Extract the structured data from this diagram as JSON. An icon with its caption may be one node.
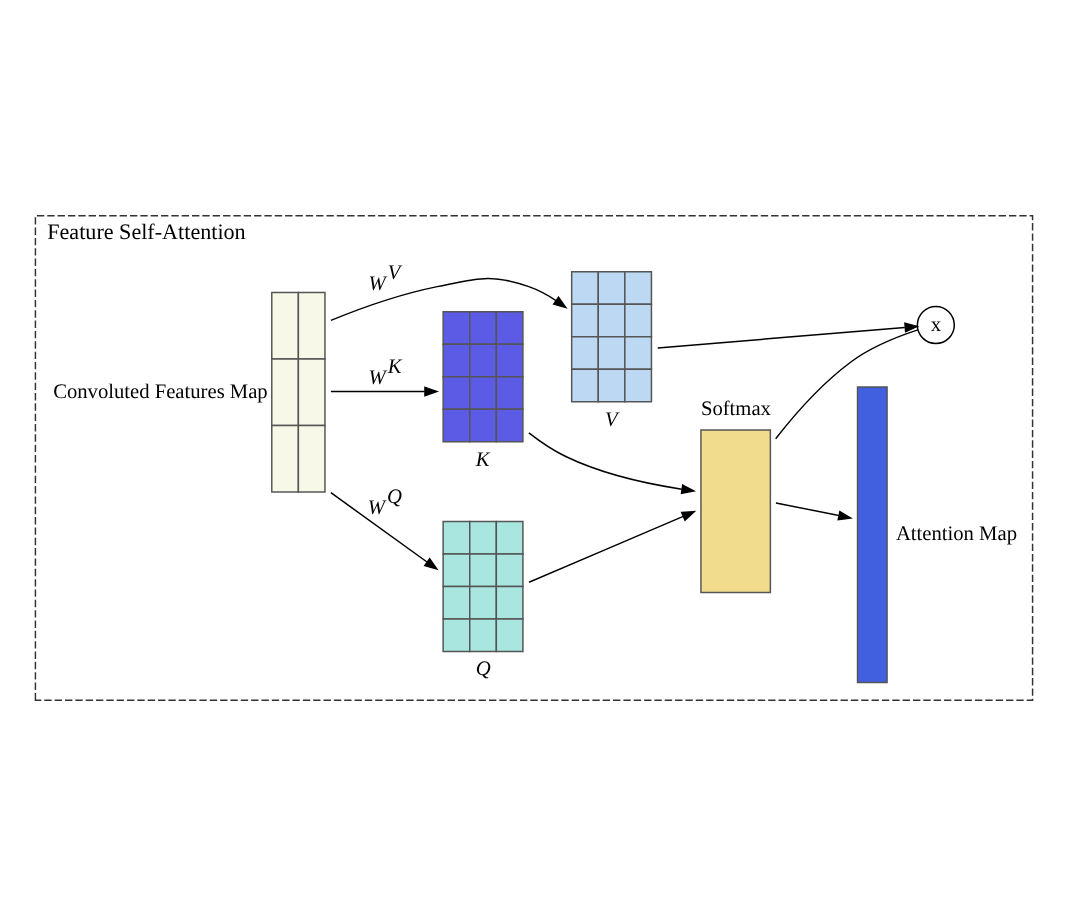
{
  "diagram": {
    "nodes": [
      {
        "text": [
          "Feature Self-Attention"
        ]
      },
      {
        "text": [],
        "shape": "box",
        "beside": [
          "Convoluted Features Map"
        ],
        "in": 0
      },
      {
        "text": [],
        "shape": "box",
        "beside": [
          "Q"
        ],
        "in": 0
      },
      {
        "text": [],
        "shape": "box",
        "beside": [
          "K"
        ],
        "in": 0
      },
      {
        "text": [],
        "shape": "box",
        "beside": [
          "V"
        ],
        "in": 0
      },
      {
        "text": [
          "Softmax"
        ],
        "in": 0
      },
      {
        "text": [
          "x"
        ],
        "in": 0
      },
      {
        "text": [],
        "shape": "bar",
        "beside": [
          "Attention Map"
        ],
        "in": 0
      }
    ],
    "edges": [
      {
        "from": 1,
        "to": 2,
        "arrow": "to",
        "label": "W$^{Q}$"
      },
      {
        "from": 1,
        "to": 3,
        "arrow": "to",
        "label": "W$^{K}$"
      },
      {
        "from": 1,
        "to": 4,
        "arrow": "to",
        "label": "W$^{V}$"
      },
      {
        "from": 2,
        "to": 5,
        "arrow": "to"
      },
      {
        "from": 3,
        "to": 5,
        "arrow": "to"
      },
      {
        "from": 5,
        "to": 6,
        "arrow": "none"
      },
      {
        "from": 4,
        "to": 6,
        "arrow": "to"
      },
      {
        "from": 5,
        "to": 7,
        "arrow": "to"
      }
    ]
  }
}
